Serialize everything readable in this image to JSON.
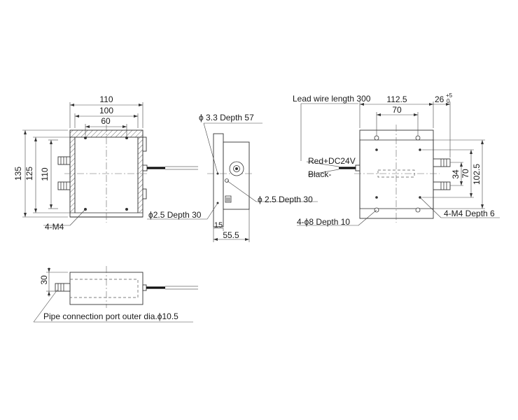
{
  "front_view": {
    "dims": {
      "width_110": "110",
      "width_100": "100",
      "width_60": "60",
      "height_135": "135",
      "height_125": "125",
      "height_110": "110"
    },
    "callouts": {
      "tap_holes": "4-M4"
    }
  },
  "side_view": {
    "callouts": {
      "hole_top": "ϕ 3.3 Depth 57",
      "hole_right": "ϕ 2.5 Depth 30",
      "hole_left": "ϕ2.5 Depth 30"
    },
    "dims": {
      "plate": "15",
      "overall": "55.5"
    }
  },
  "rear_view": {
    "labels": {
      "lead_wire": "Lead wire length 300",
      "red_wire": "Red+DC24V",
      "black_wire": "Black-"
    },
    "dims": {
      "width_112_5": "112.5",
      "width_70": "70",
      "offset_26": "26",
      "tol_plus": "+5",
      "tol_zero": "0",
      "height_34": "34",
      "height_70": "70",
      "height_102_5": "102.5"
    },
    "callouts": {
      "holes": "4-ϕ8 Depth 10",
      "taps": "4-M4 Depth 6"
    }
  },
  "bottom_view": {
    "dims": {
      "height_30": "30"
    },
    "callouts": {
      "pipe_port": "Pipe connection port  outer dia.ϕ10.5"
    }
  }
}
